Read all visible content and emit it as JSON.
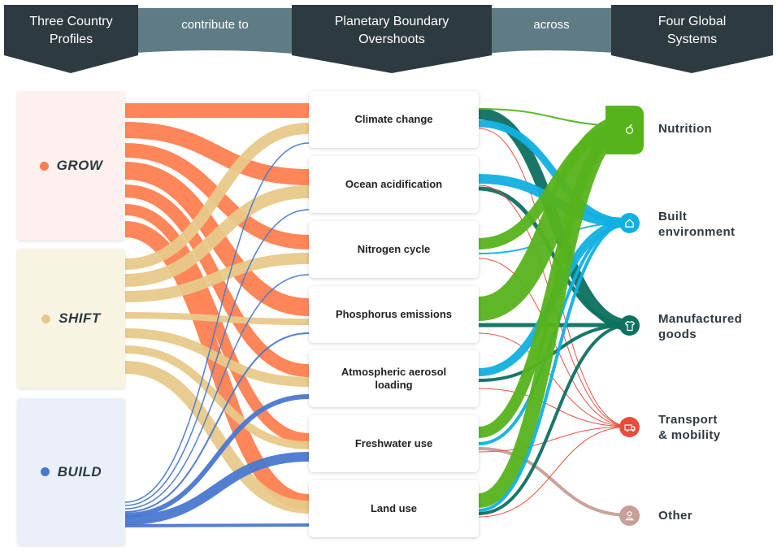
{
  "headers": {
    "left": "Three Country\nProfiles",
    "left_connector": "contribute to",
    "middle": "Planetary Boundary\nOvershoots",
    "right_connector": "across",
    "right": "Four Global\nSystems"
  },
  "profiles": [
    {
      "label": "GROW",
      "color": "#ff7f50",
      "bg": "#fdf0ee"
    },
    {
      "label": "SHIFT",
      "color": "#e8c98a",
      "bg": "#f8f4e3"
    },
    {
      "label": "BUILD",
      "color": "#4a78d0",
      "bg": "#ebf0f8"
    }
  ],
  "boundaries": [
    "Climate change",
    "Ocean acidification",
    "Nitrogen cycle",
    "Phosphorus emissions",
    "Atmospheric aerosol\nloading",
    "Freshwater use",
    "Land use"
  ],
  "systems": [
    {
      "label": "Nutrition",
      "icon": "apple-icon",
      "color": "#56b31c"
    },
    {
      "label": "Built\nenvironment",
      "icon": "house-icon",
      "color": "#11b0e2"
    },
    {
      "label": "Manufactured\ngoods",
      "icon": "shirt-icon",
      "color": "#0d7060"
    },
    {
      "label": "Transport\n& mobility",
      "icon": "truck-icon",
      "color": "#e84c3a"
    },
    {
      "label": "Other",
      "icon": "person-icon",
      "color": "#c79e98"
    }
  ],
  "colors": {
    "header_dark": "#2d3a40",
    "header_band": "#5f7b84",
    "grow": "#ff7f50",
    "shift": "#e8c98a",
    "build": "#4a78d0",
    "nutrition": "#56b31c",
    "built_environment": "#11b0e2",
    "manufactured_goods": "#0d7060",
    "transport": "#e84c3a",
    "other": "#c79e98"
  }
}
